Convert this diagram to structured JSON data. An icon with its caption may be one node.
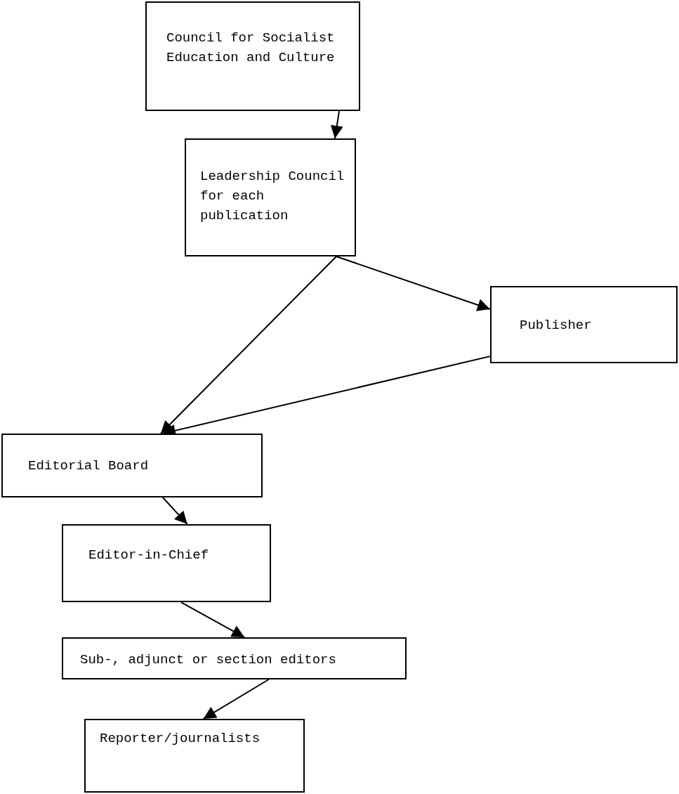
{
  "diagram": {
    "nodes": [
      {
        "text": [
          "Council for Socialist Education and Culture"
        ]
      },
      {
        "text": [
          "Leadership Council for each publication"
        ]
      },
      {
        "text": [
          "Publisher"
        ]
      },
      {
        "text": [
          "Editorial Board"
        ]
      },
      {
        "text": [
          "Editor-in-Chief"
        ]
      },
      {
        "text": [
          "Sub-, adjunct or section editors"
        ]
      },
      {
        "text": [
          "Reporter/journalists"
        ]
      }
    ],
    "edges": [
      {
        "from": 0,
        "to": 1,
        "arrow": "to"
      },
      {
        "from": 1,
        "to": 3,
        "arrow": "to"
      },
      {
        "from": 1,
        "to": 2,
        "arrow": "to"
      },
      {
        "from": 2,
        "to": 3,
        "arrow": "to"
      },
      {
        "from": 3,
        "to": 4,
        "arrow": "to"
      },
      {
        "from": 4,
        "to": 5,
        "arrow": "to"
      },
      {
        "from": 5,
        "to": 6,
        "arrow": "to"
      }
    ]
  }
}
